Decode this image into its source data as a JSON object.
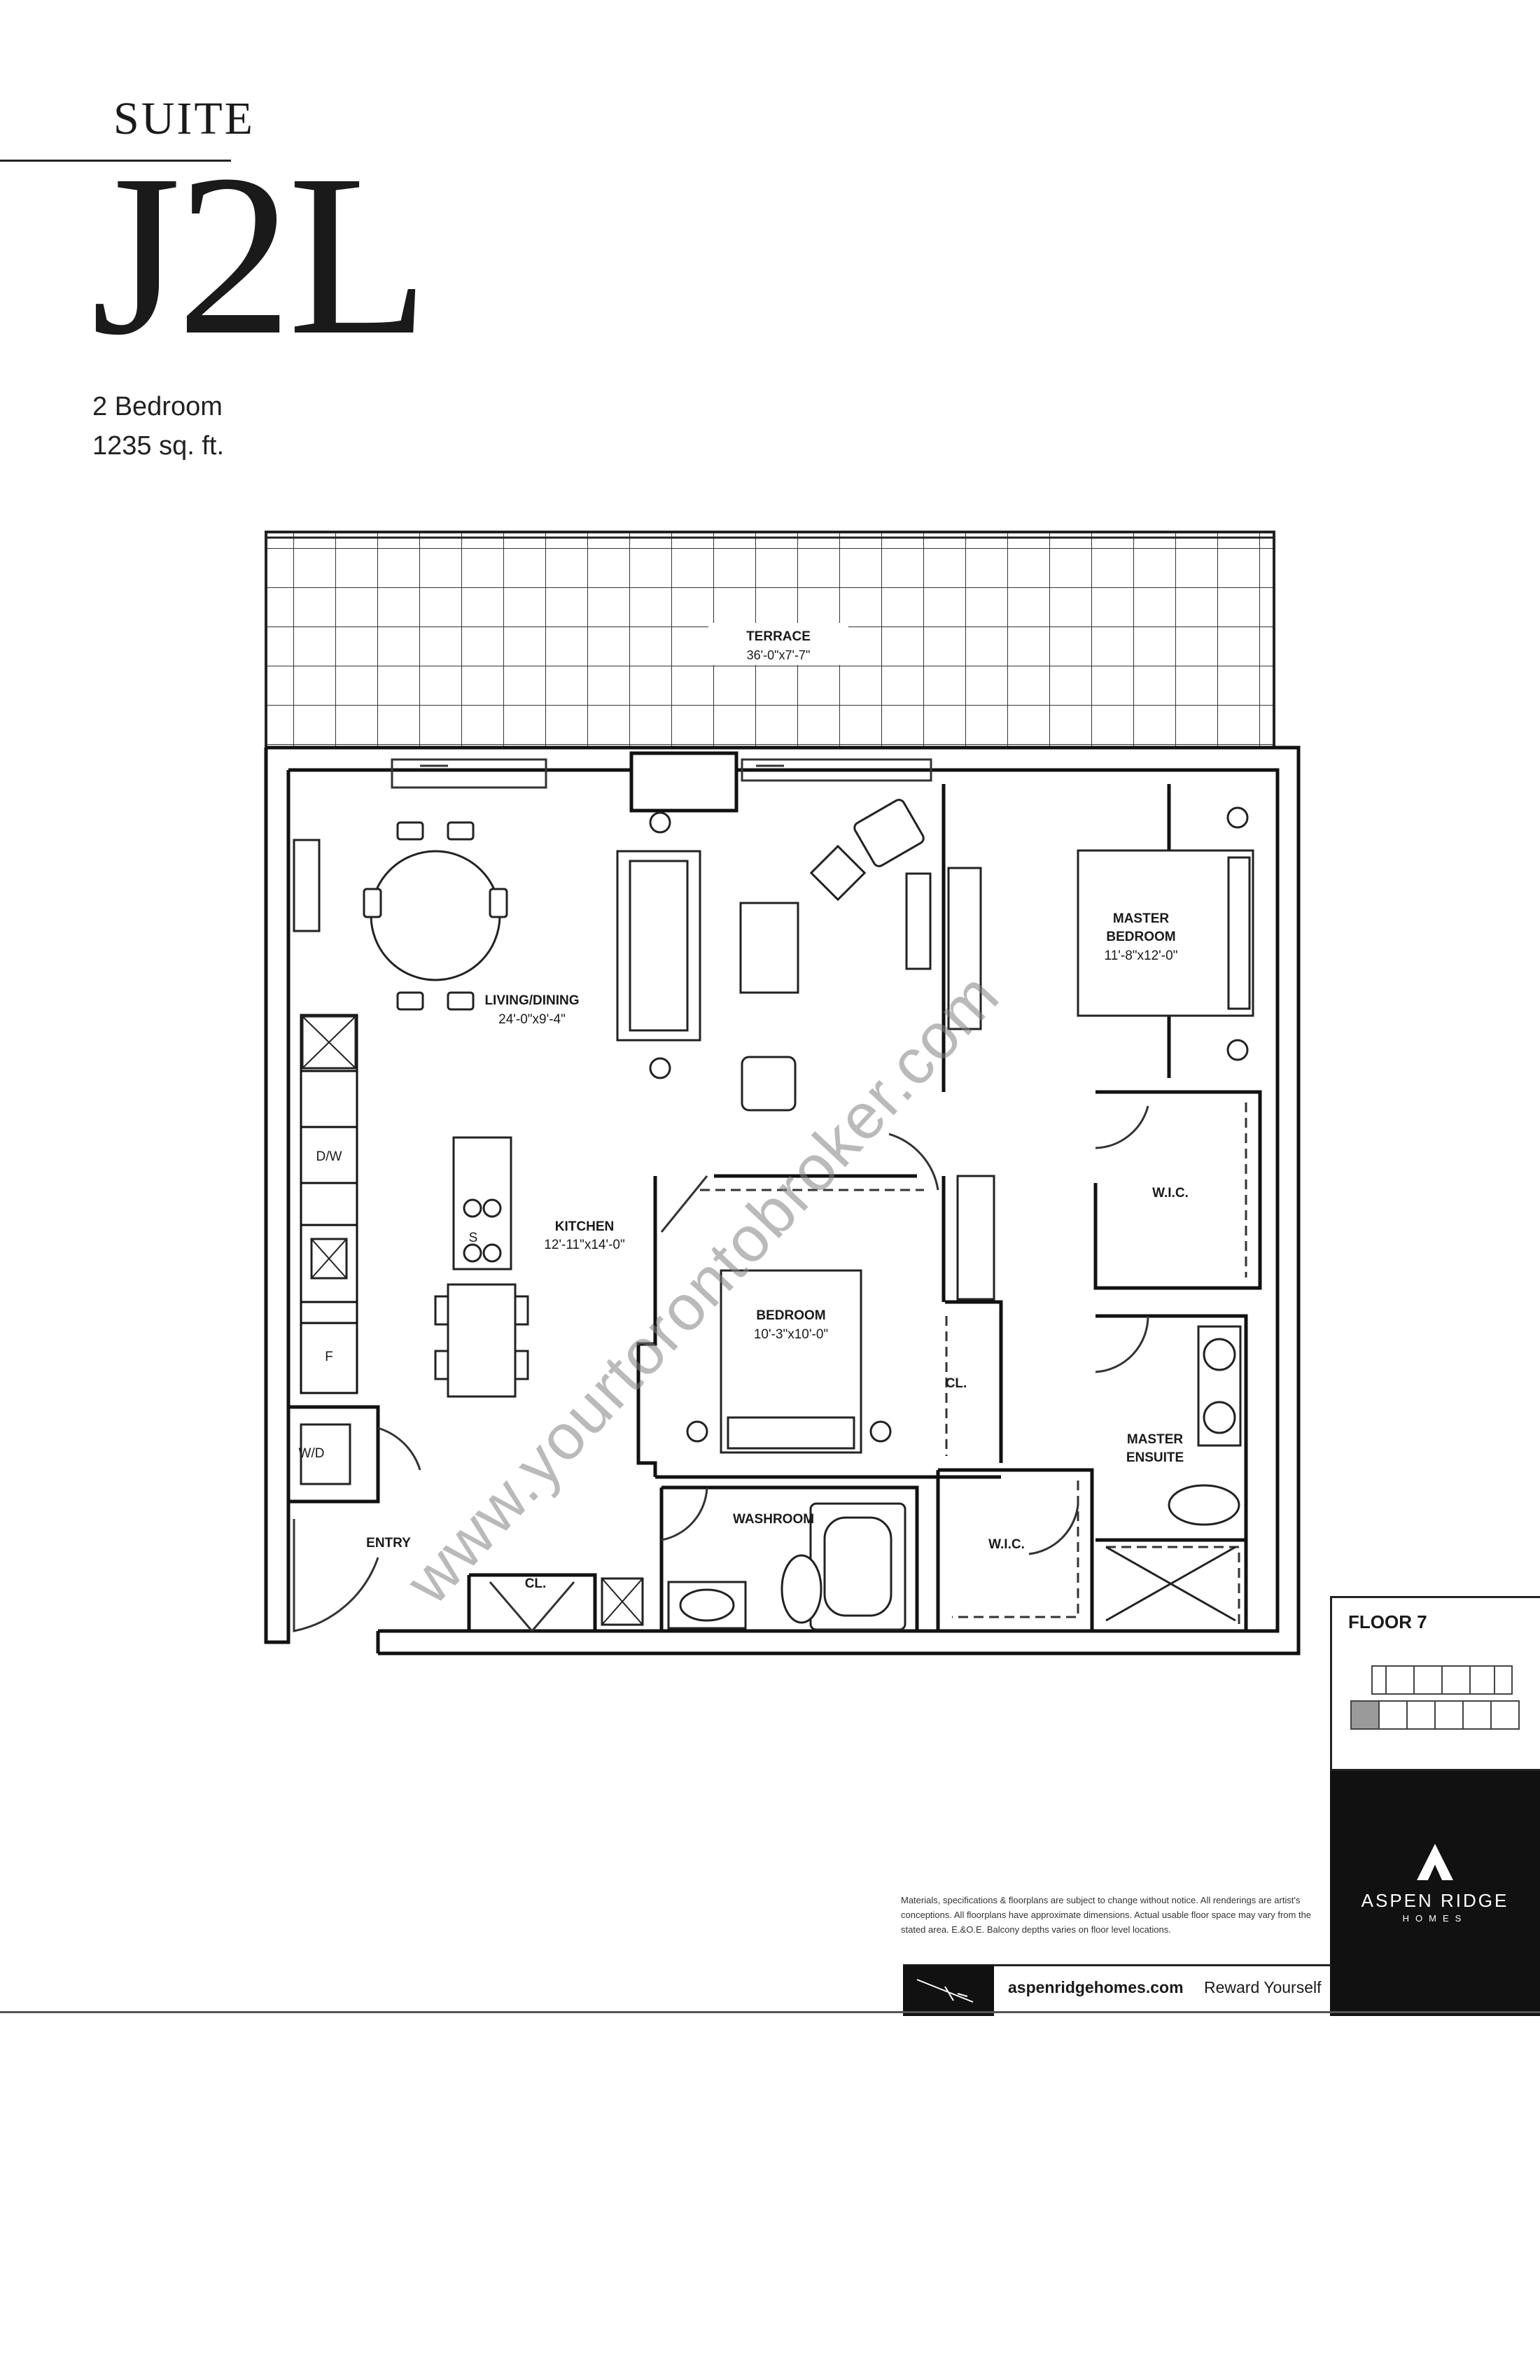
{
  "header": {
    "suite_label": "SUITE",
    "suite_code": "J2L",
    "bedrooms": "2 Bedroom",
    "area": "1235 sq. ft."
  },
  "rooms": {
    "terrace": {
      "name": "TERRACE",
      "dims": "36'-0\"x7'-7\""
    },
    "living": {
      "name": "LIVING/DINING",
      "dims": "24'-0\"x9'-4\""
    },
    "master_bedroom": {
      "name1": "MASTER",
      "name2": "BEDROOM",
      "dims": "11'-8\"x12'-0\""
    },
    "kitchen": {
      "name": "KITCHEN",
      "dims": "12'-11\"x14'-0\""
    },
    "bedroom": {
      "name": "BEDROOM",
      "dims": "10'-3\"x10'-0\""
    },
    "wic_master": "W.I.C.",
    "wic_second": "W.I.C.",
    "closet_bedroom": "CL.",
    "closet_entry": "CL.",
    "master_ensuite": {
      "name1": "MASTER",
      "name2": "ENSUITE"
    },
    "washroom": "WASHROOM",
    "entry": "ENTRY",
    "dishwasher": "D/W",
    "fridge": "F",
    "stove": "S",
    "washer_dryer": "W/D"
  },
  "watermark": "www.yourtorontobroker.com",
  "key_plan": {
    "title": "FLOOR 7"
  },
  "brand": {
    "name": "ASPEN RIDGE",
    "sub": "HOMES"
  },
  "disclaimer": "Materials, specifications & floorplans are subject to change without notice. All renderings are artist's conceptions. All floorplans have approximate dimensions. Actual usable floor space may vary from the stated area. E.&O.E. Balcony depths varies on floor level locations.",
  "footer": {
    "website": "aspenridgehomes.com",
    "tagline": "Reward Yourself"
  }
}
